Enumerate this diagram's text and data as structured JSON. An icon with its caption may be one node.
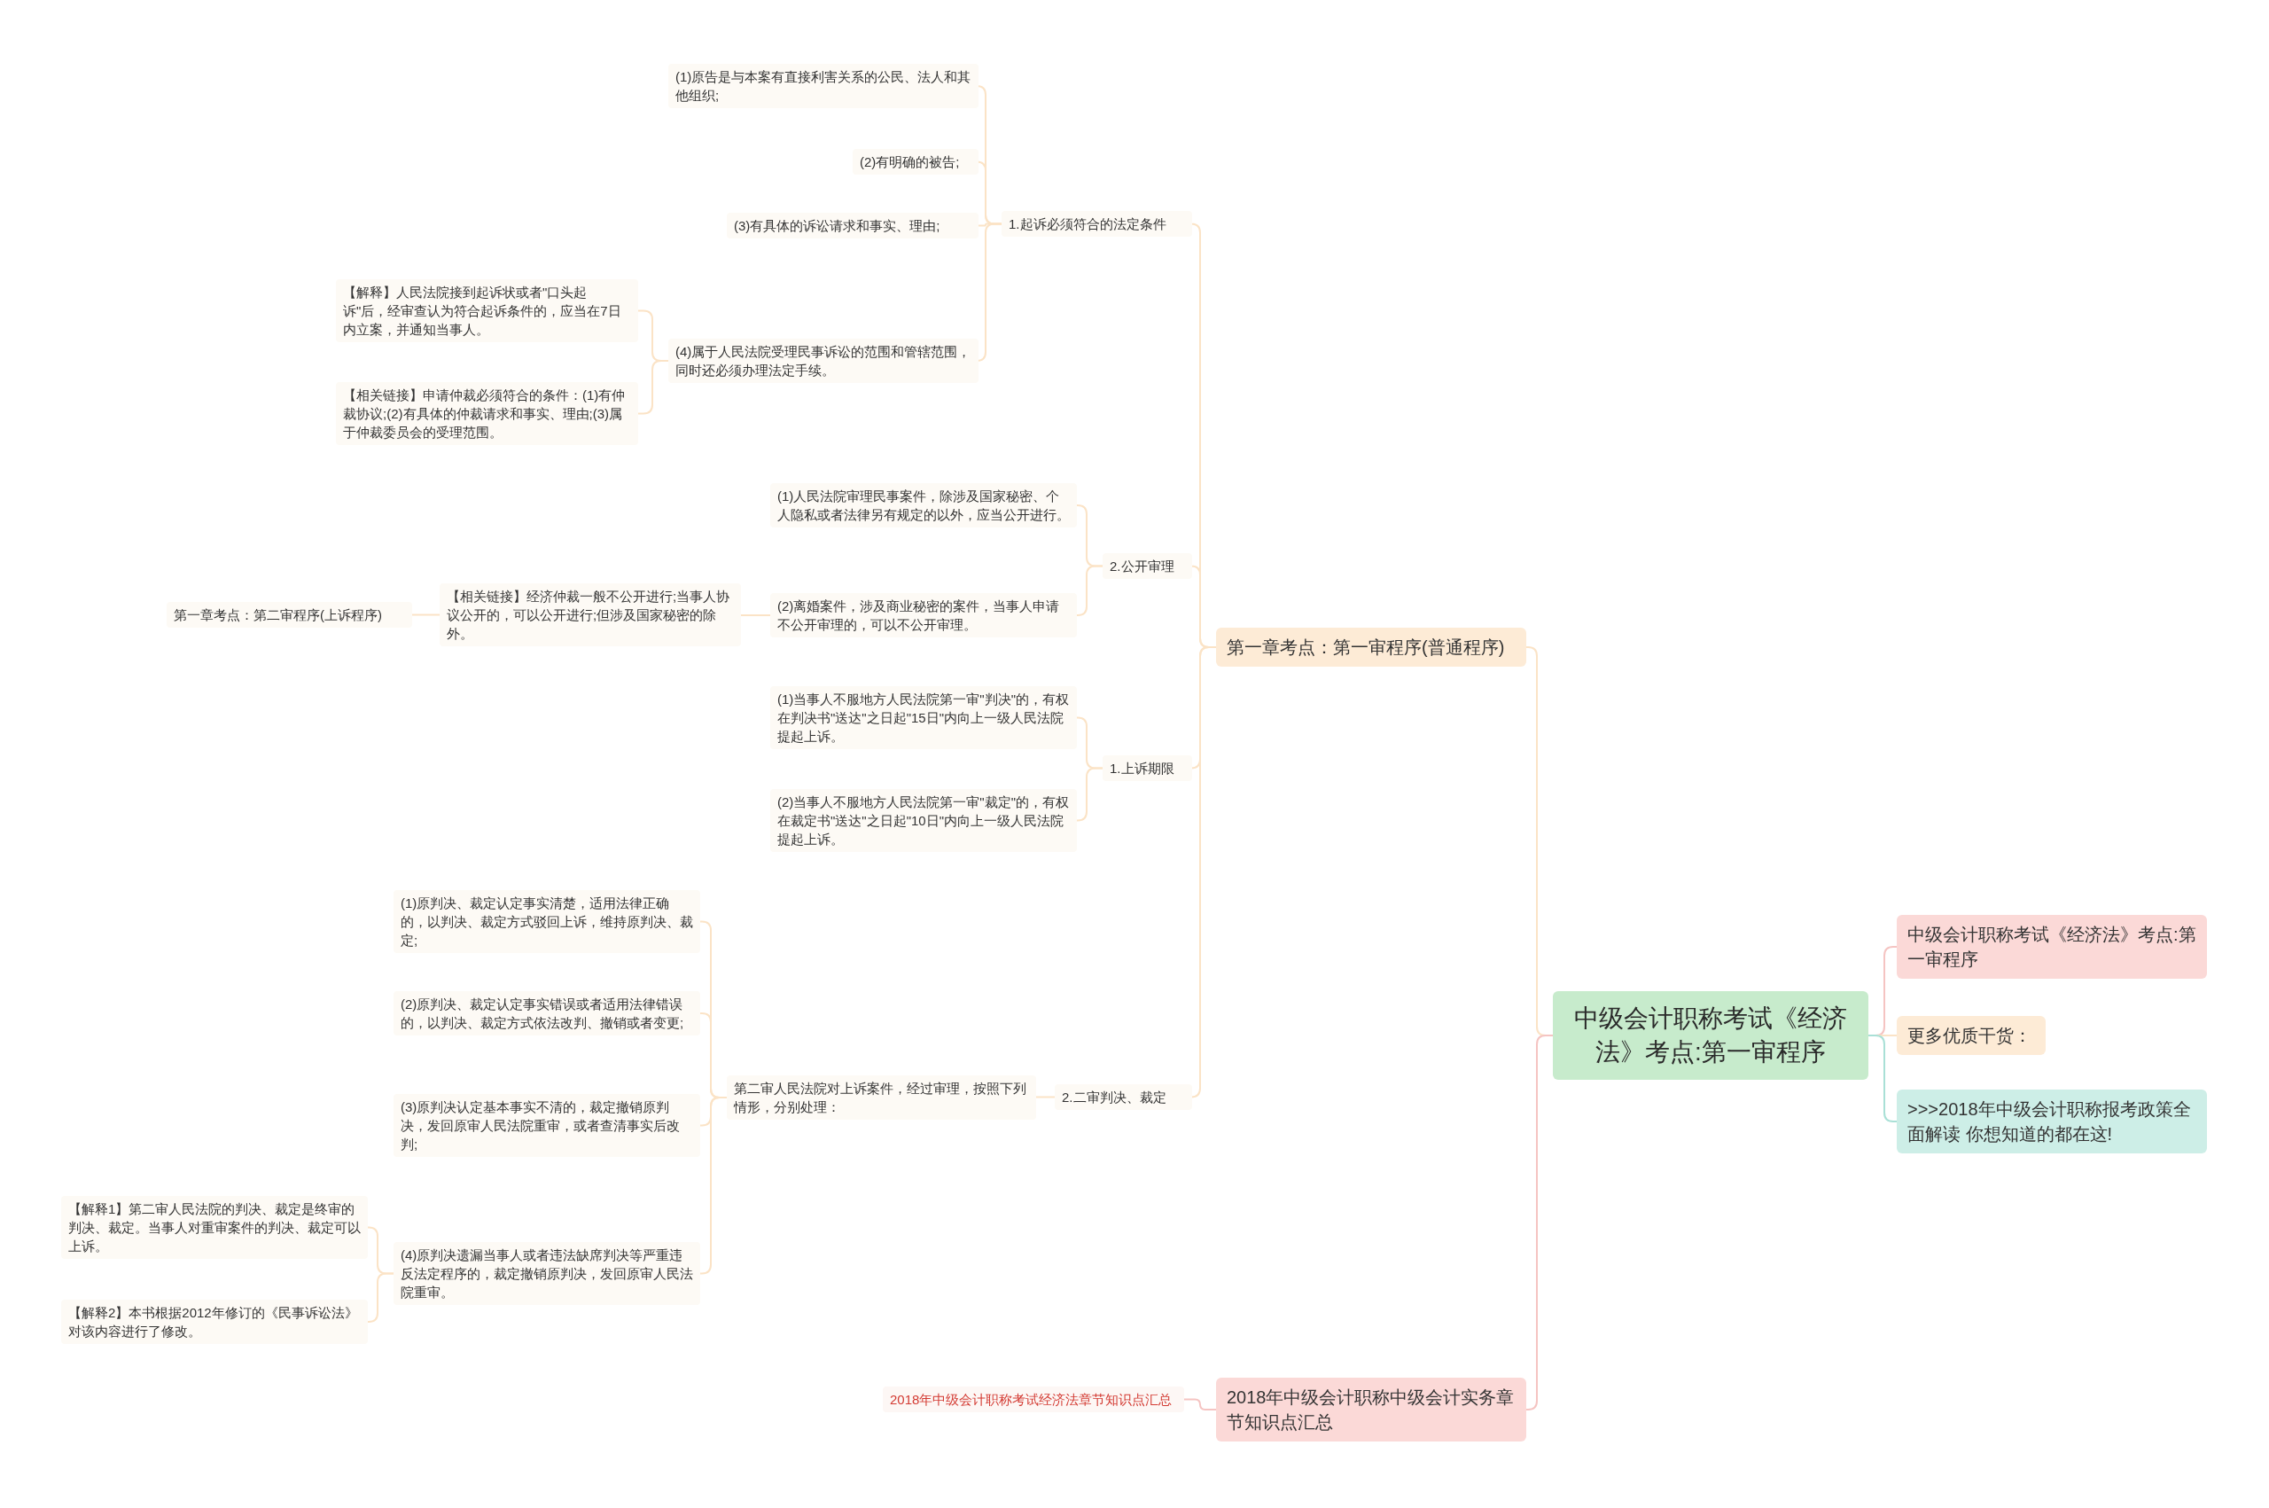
{
  "diagram": {
    "nodes": [
      {
        "text": [
          "中级会计职称考试《经济法》考点:第一审程序"
        ]
      },
      {
        "text": [
          "中级会计职称考试《经济法》考点:第一审程序"
        ]
      },
      {
        "text": [
          "更多优质干货："
        ]
      },
      {
        "text": [
          ">>>2018年中级会计职称报考政策全面解读 你想知道的都在这!"
        ]
      },
      {
        "text": [
          "第一章考点：第一审程序(普通程序)"
        ]
      },
      {
        "text": [
          "2018年中级会计职称中级会计实务章节知识点汇总"
        ]
      },
      {
        "text": [
          "2018年中级会计职称考试经济法章节知识点汇总"
        ]
      },
      {
        "text": [
          "1.起诉必须符合的法定条件"
        ]
      },
      {
        "text": [
          "(1)原告是与本案有直接利害关系的公民、法人和其他组织;"
        ]
      },
      {
        "text": [
          "(2)有明确的被告;"
        ]
      },
      {
        "text": [
          "(3)有具体的诉讼请求和事实、理由;"
        ]
      },
      {
        "text": [
          "(4)属于人民法院受理民事诉讼的范围和管辖范围，同时还必须办理法定手续。"
        ]
      },
      {
        "text": [
          "【解释】人民法院接到起诉状或者\"口头起诉\"后，经审查认为符合起诉条件的，应当在7日内立案，并通知当事人。"
        ]
      },
      {
        "text": [
          "【相关链接】申请仲裁必须符合的条件：(1)有仲裁协议;(2)有具体的仲裁请求和事实、理由;(3)属于仲裁委员会的受理范围。"
        ]
      },
      {
        "text": [
          "2.公开审理"
        ]
      },
      {
        "text": [
          "(1)人民法院审理民事案件，除涉及国家秘密、个人隐私或者法律另有规定的以外，应当公开进行。"
        ]
      },
      {
        "text": [
          "(2)离婚案件，涉及商业秘密的案件，当事人申请不公开审理的，可以不公开审理。"
        ]
      },
      {
        "text": [
          "【相关链接】经济仲裁一般不公开进行;当事人协议公开的，可以公开进行;但涉及国家秘密的除外。"
        ]
      },
      {
        "text": [
          "第一章考点：第二审程序(上诉程序)"
        ]
      },
      {
        "text": [
          "1.上诉期限"
        ]
      },
      {
        "text": [
          "(1)当事人不服地方人民法院第一审\"判决\"的，有权在判决书\"送达\"之日起\"15日\"内向上一级人民法院提起上诉。"
        ]
      },
      {
        "text": [
          "(2)当事人不服地方人民法院第一审\"裁定\"的，有权在裁定书\"送达\"之日起\"10日\"内向上一级人民法院提起上诉。"
        ]
      },
      {
        "text": [
          "2.二审判决、裁定"
        ]
      },
      {
        "text": [
          "第二审人民法院对上诉案件，经过审理，按照下列情形，分别处理："
        ]
      },
      {
        "text": [
          "(1)原判决、裁定认定事实清楚，适用法律正确的，以判决、裁定方式驳回上诉，维持原判决、裁定;"
        ]
      },
      {
        "text": [
          "(2)原判决、裁定认定事实错误或者适用法律错误的，以判决、裁定方式依法改判、撤销或者变更;"
        ]
      },
      {
        "text": [
          "(3)原判决认定基本事实不清的，裁定撤销原判决，发回原审人民法院重审，或者查清事实后改判;"
        ]
      },
      {
        "text": [
          "(4)原判决遗漏当事人或者违法缺席判决等严重违反法定程序的，裁定撤销原判决，发回原审人民法院重审。"
        ]
      },
      {
        "text": [
          "【解释1】第二审人民法院的判决、裁定是终审的判决、裁定。当事人对重审案件的判决、裁定可以上诉。"
        ]
      },
      {
        "text": [
          "【解释2】本书根据2012年修订的《民事诉讼法》对该内容进行了修改。"
        ]
      }
    ],
    "edges": [
      {
        "from": 0,
        "to": 1,
        "arrow": "none",
        "color": "#f5c4c2"
      },
      {
        "from": 0,
        "to": 2,
        "arrow": "none"
      },
      {
        "from": 0,
        "to": 3,
        "arrow": "none",
        "color": "#a9e0d6"
      },
      {
        "from": 0,
        "to": 4,
        "arrow": "none"
      },
      {
        "from": 0,
        "to": 5,
        "arrow": "none",
        "color": "#f5c4c2"
      },
      {
        "from": 5,
        "to": 6,
        "arrow": "none",
        "color": "#f5c4c2"
      },
      {
        "from": 4,
        "to": 7,
        "arrow": "none"
      },
      {
        "from": 7,
        "to": 8,
        "arrow": "none"
      },
      {
        "from": 7,
        "to": 9,
        "arrow": "none"
      },
      {
        "from": 7,
        "to": 10,
        "arrow": "none"
      },
      {
        "from": 7,
        "to": 11,
        "arrow": "none"
      },
      {
        "from": 11,
        "to": 12,
        "arrow": "none"
      },
      {
        "from": 11,
        "to": 13,
        "arrow": "none"
      },
      {
        "from": 4,
        "to": 14,
        "arrow": "none"
      },
      {
        "from": 14,
        "to": 15,
        "arrow": "none"
      },
      {
        "from": 14,
        "to": 16,
        "arrow": "none"
      },
      {
        "from": 16,
        "to": 17,
        "arrow": "none"
      },
      {
        "from": 17,
        "to": 18,
        "arrow": "none"
      },
      {
        "from": 4,
        "to": 19,
        "arrow": "none"
      },
      {
        "from": 19,
        "to": 20,
        "arrow": "none"
      },
      {
        "from": 19,
        "to": 21,
        "arrow": "none"
      },
      {
        "from": 4,
        "to": 22,
        "arrow": "none"
      },
      {
        "from": 22,
        "to": 23,
        "arrow": "none"
      },
      {
        "from": 23,
        "to": 24,
        "arrow": "none"
      },
      {
        "from": 23,
        "to": 25,
        "arrow": "none"
      },
      {
        "from": 23,
        "to": 26,
        "arrow": "none"
      },
      {
        "from": 23,
        "to": 27,
        "arrow": "none"
      },
      {
        "from": 27,
        "to": 28,
        "arrow": "none"
      },
      {
        "from": 27,
        "to": 29,
        "arrow": "none"
      }
    ]
  }
}
